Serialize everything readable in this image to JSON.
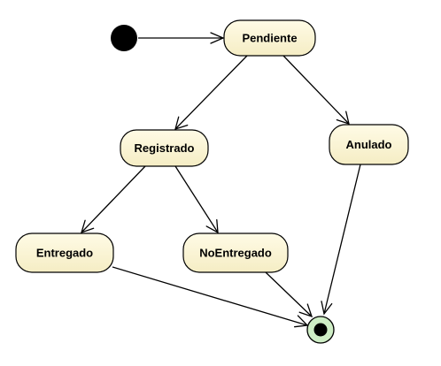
{
  "diagram": {
    "type": "uml-state-machine",
    "states": [
      {
        "id": "pendiente",
        "label": "Pendiente"
      },
      {
        "id": "registrado",
        "label": "Registrado"
      },
      {
        "id": "anulado",
        "label": "Anulado"
      },
      {
        "id": "entregado",
        "label": "Entregado"
      },
      {
        "id": "noentregado",
        "label": "NoEntregado"
      }
    ],
    "pseudostates": [
      {
        "id": "initial",
        "kind": "initial"
      },
      {
        "id": "final",
        "kind": "final"
      }
    ],
    "transitions": [
      {
        "from": "initial",
        "to": "pendiente"
      },
      {
        "from": "pendiente",
        "to": "registrado"
      },
      {
        "from": "pendiente",
        "to": "anulado"
      },
      {
        "from": "registrado",
        "to": "entregado"
      },
      {
        "from": "registrado",
        "to": "noentregado"
      },
      {
        "from": "entregado",
        "to": "final"
      },
      {
        "from": "noentregado",
        "to": "final"
      },
      {
        "from": "anulado",
        "to": "final"
      }
    ],
    "colors": {
      "state_fill_top": "#fffbe6",
      "state_fill_bottom": "#f5edc4",
      "initial_fill": "#000000",
      "final_outer_fill": "#cfeec6",
      "final_inner_fill": "#000000"
    }
  }
}
